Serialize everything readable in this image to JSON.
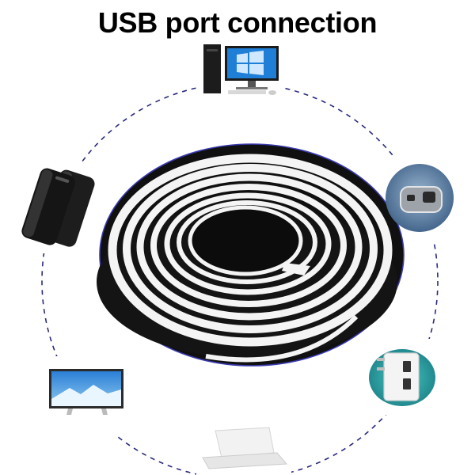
{
  "title": "USB port connection",
  "center_product": {
    "name": "usb-neon-led-strip-reel",
    "tube_color": "#f4f4f4",
    "jacket_color": "#111111"
  },
  "connection_ring": {
    "style": "dashed",
    "color": "#2a2a80"
  },
  "devices": [
    {
      "name": "desktop-computer",
      "icon": "desktop-computer-icon"
    },
    {
      "name": "car-charger",
      "icon": "car-charger-icon"
    },
    {
      "name": "usb-wall-charger",
      "icon": "wall-charger-icon"
    },
    {
      "name": "laptop",
      "icon": "laptop-icon"
    },
    {
      "name": "tv-monitor",
      "icon": "tv-icon"
    },
    {
      "name": "power-bank",
      "icon": "power-bank-icon"
    }
  ]
}
